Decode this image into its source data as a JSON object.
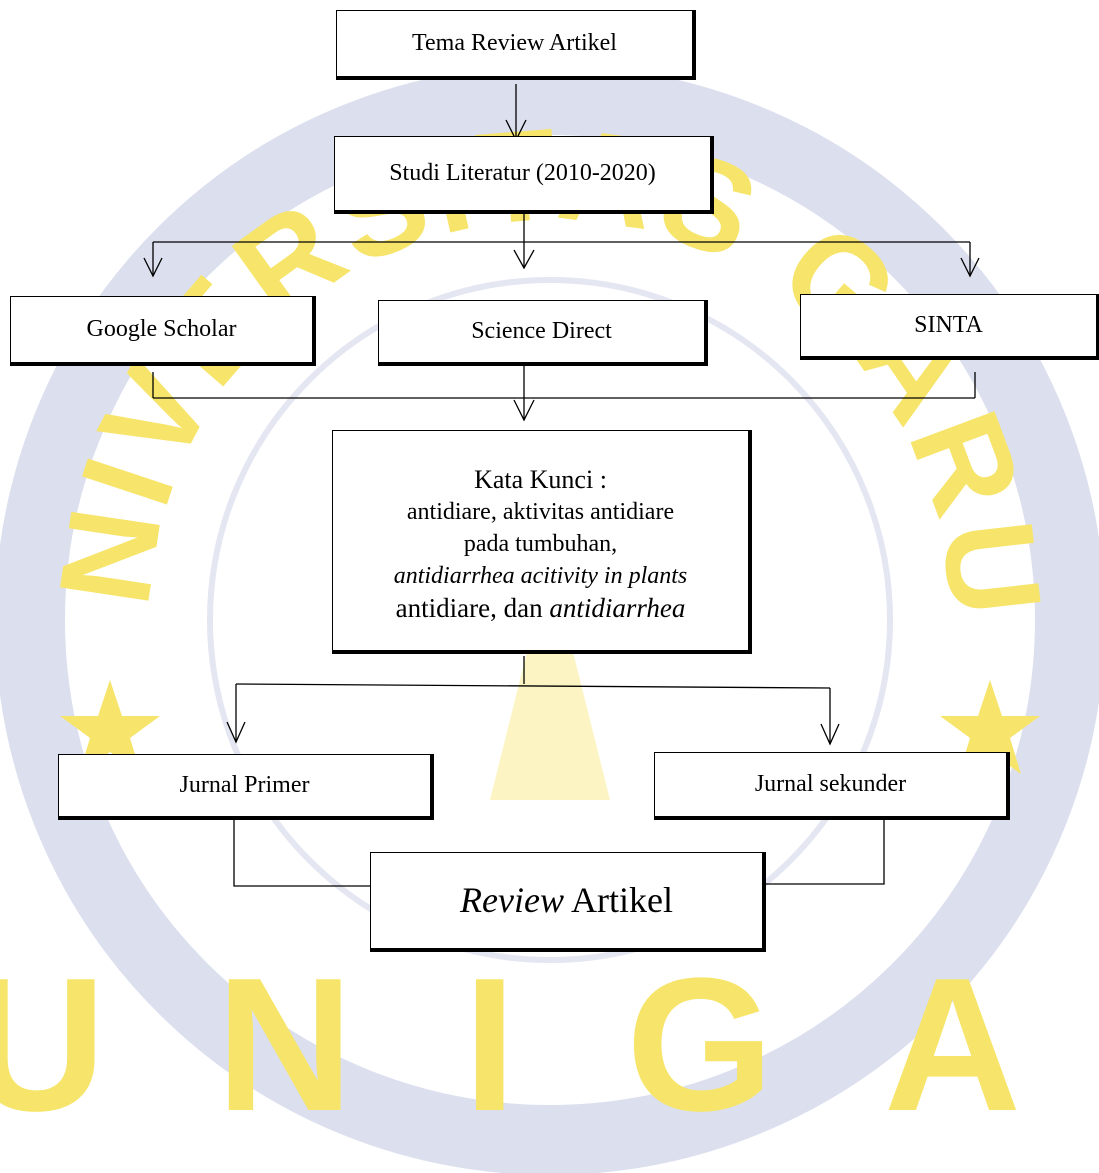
{
  "watermark": {
    "top_text": "UNIVERSITAS GARUT",
    "bottom_text": "UNIGA",
    "color": "#f4e04a",
    "ring_color": "#d8dbec"
  },
  "boxes": {
    "tema": "Tema Review Artikel",
    "studi": "Studi Literatur (2010-2020)",
    "google": "Google Scholar",
    "science": "Science Direct",
    "sinta": "SINTA",
    "kata_kunci": {
      "heading": "Kata Kunci :",
      "line1": "antidiare, aktivitas antidiare",
      "line2": "pada tumbuhan,",
      "line3_italic": "antidiarrhea acitivity in plants",
      "line4_start": "antidiare, dan ",
      "line4_italic": "antidiarrhea"
    },
    "jurnal_primer": "Jurnal Primer",
    "jurnal_sekunder": "Jurnal sekunder",
    "review_italic": "Review",
    "review_rest": " Artikel"
  }
}
